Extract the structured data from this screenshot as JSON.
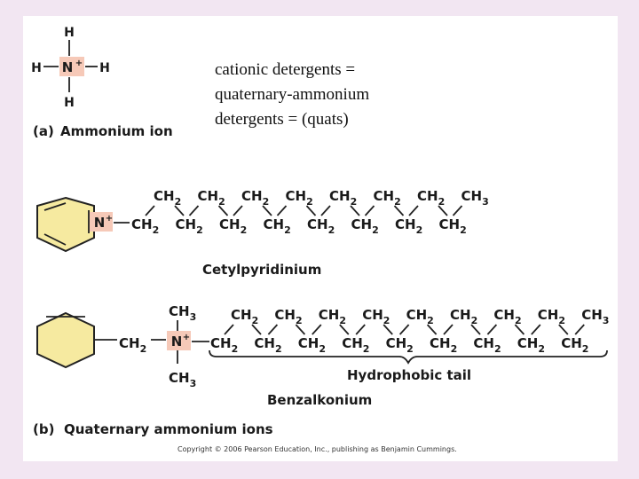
{
  "note": {
    "line1": "cationic detergents =",
    "line2": "quaternary-ammonium",
    "line3": "detergents = (quats)"
  },
  "ammonium": {
    "h_top": "H",
    "h_left": "H",
    "n": "N",
    "charge": "+",
    "h_right": "H",
    "h_bottom": "H",
    "part_label": "(a)",
    "name": "Ammonium ion"
  },
  "cetyl": {
    "n": "N",
    "charge": "+",
    "ch2": "CH",
    "sub2": "2",
    "ch3": "CH",
    "sub3": "3",
    "name": "Cetylpyridinium"
  },
  "benzal": {
    "ch3_top": "CH",
    "ch3_bottom": "CH",
    "sub3": "3",
    "ch2": "CH",
    "sub2": "2",
    "n": "N",
    "charge": "+",
    "tail_label": "Hydrophobic tail",
    "name": "Benzalkonium"
  },
  "caption": {
    "part_label": "(b)",
    "text": "Quaternary ammonium ions"
  },
  "copyright": "Copyright © 2006 Pearson Education, Inc., publishing as Benjamin Cummings.",
  "colors": {
    "background": "#f2e6f2",
    "n_highlight": "#f6c9b8",
    "ring_fill": "#f6eaa0",
    "ring_stroke": "#222222"
  }
}
